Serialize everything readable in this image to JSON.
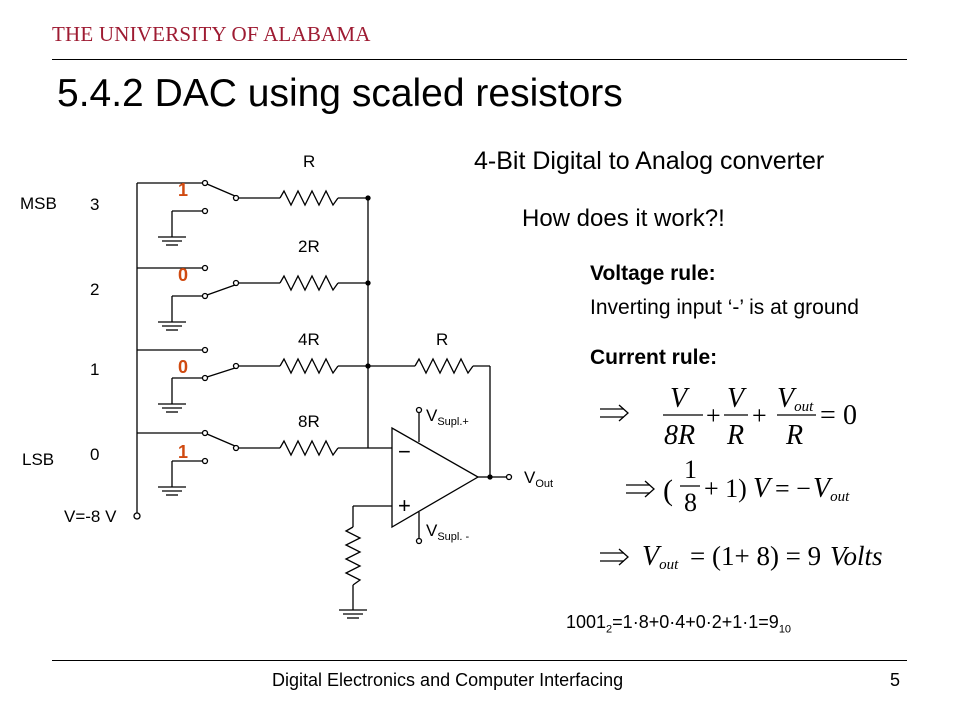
{
  "header": {
    "university": "THE UNIVERSITY OF ALABAMA",
    "title": "5.4.2 DAC using scaled resistors"
  },
  "content": {
    "subtitle": "4-Bit Digital to Analog converter",
    "question": "How does it work?!",
    "voltage_rule_heading": "Voltage rule:",
    "voltage_rule_text": "Inverting input ‘-’ is at ground",
    "current_rule_heading": "Current rule:"
  },
  "circuit": {
    "msb_label": "MSB",
    "lsb_label": "LSB",
    "bit_numbers": [
      "3",
      "2",
      "1",
      "0"
    ],
    "switch_states": [
      "1",
      "0",
      "0",
      "1"
    ],
    "resistors": [
      "R",
      "2R",
      "4R",
      "8R"
    ],
    "feedback_resistor": "R",
    "supply_voltage": "V=-8 V",
    "supply_plus": "V",
    "supply_plus_sub": "Supl.+",
    "supply_minus": "V",
    "supply_minus_sub": "Supl. -",
    "output": "V",
    "output_sub": "Out",
    "opamp_minus": "−",
    "opamp_plus": "+"
  },
  "equations": {
    "eq1": {
      "terms": [
        {
          "num": "V",
          "den": "8R"
        },
        {
          "num": "V",
          "den": "R"
        },
        {
          "num": "V",
          "num_sub": "out",
          "den": "R"
        }
      ],
      "rhs": "0"
    },
    "eq2": {
      "frac_num": "1",
      "frac_den": "8",
      "plus_one": "+ 1)",
      "v": "V",
      "rhs_v": "V",
      "rhs_sub": "out"
    },
    "eq3": {
      "lhs_v": "V",
      "lhs_sub": "out",
      "expr": "= (1+ 8) = 9",
      "unit": "Volts"
    },
    "binary_value": "1001",
    "binary_base": "2",
    "binary_expr": "=1·8+0·4+0·2+1·1=9",
    "binary_result_base": "10"
  },
  "footer": {
    "course": "Digital Electronics and Computer Interfacing",
    "page": "5"
  },
  "colors": {
    "brand": "#9e1b32",
    "bits": "#d04a10"
  }
}
